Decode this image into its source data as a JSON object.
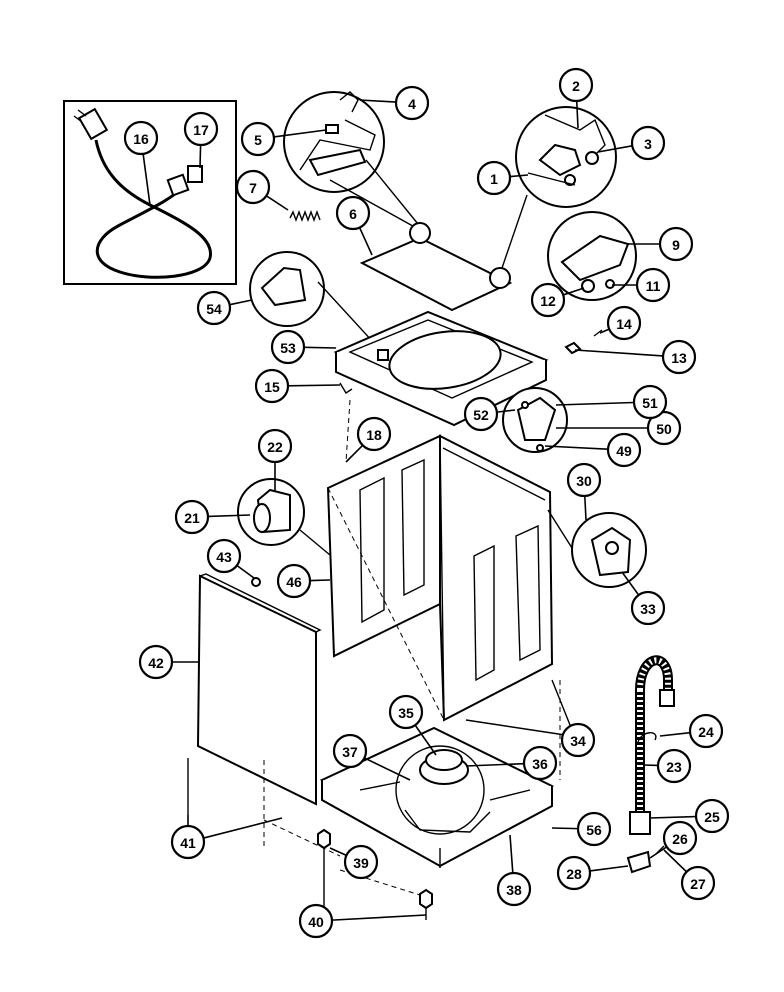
{
  "callouts": [
    "1",
    "2",
    "3",
    "4",
    "5",
    "6",
    "7",
    "9",
    "11",
    "12",
    "13",
    "14",
    "15",
    "16",
    "17",
    "18",
    "21",
    "22",
    "23",
    "24",
    "25",
    "26",
    "27",
    "28",
    "30",
    "33",
    "34",
    "35",
    "36",
    "37",
    "38",
    "39",
    "40",
    "41",
    "42",
    "43",
    "46",
    "49",
    "50",
    "51",
    "52",
    "53",
    "54",
    "56"
  ]
}
